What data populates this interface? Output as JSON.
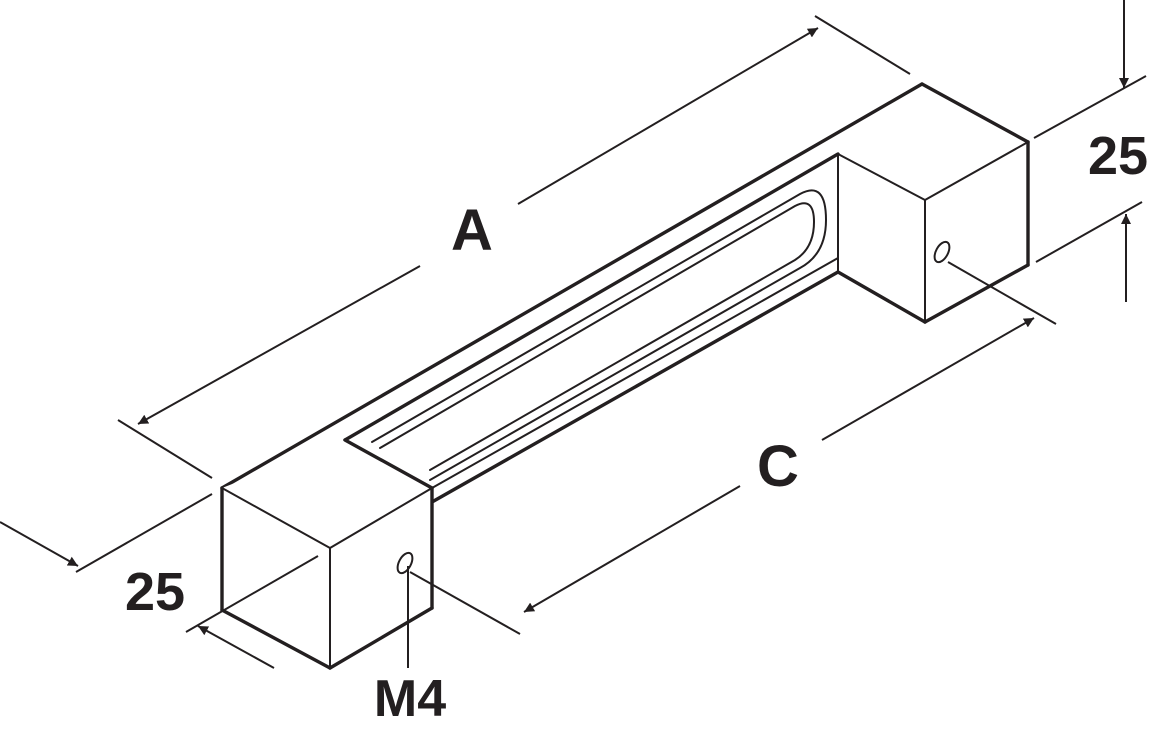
{
  "labels": {
    "length_a": "A",
    "length_c": "C",
    "height": "25",
    "width": "25",
    "thread": "M4"
  },
  "colors": {
    "line": "#231f20",
    "background": "#ffffff"
  }
}
